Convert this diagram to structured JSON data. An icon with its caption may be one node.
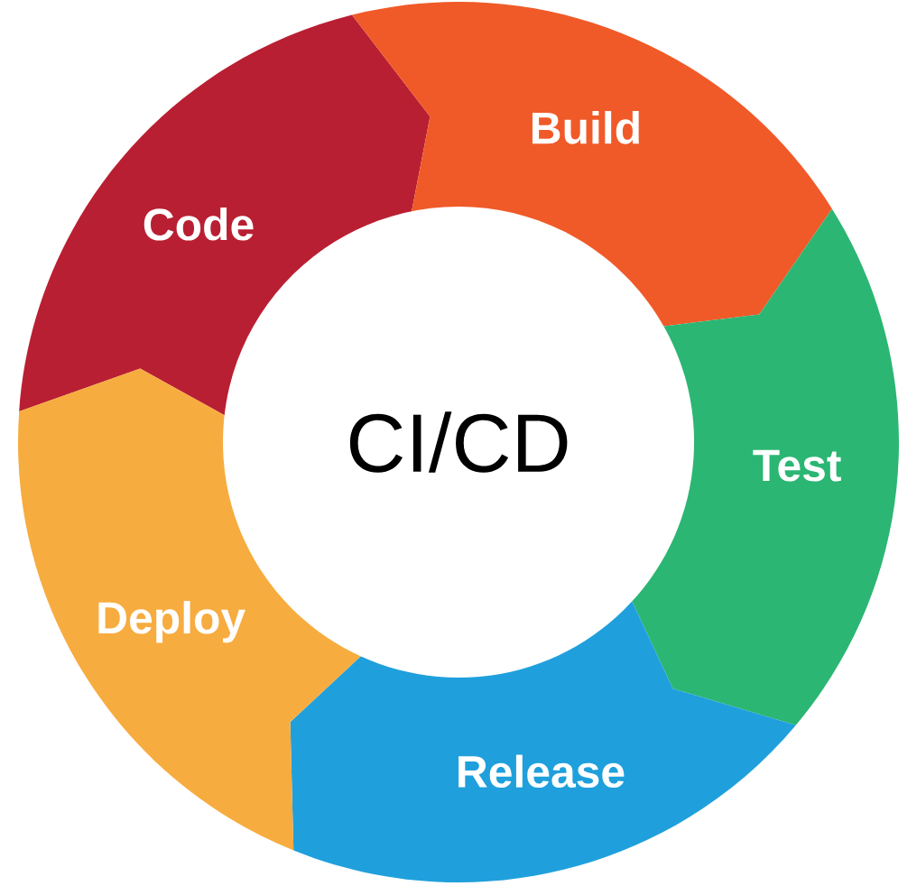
{
  "diagram": {
    "nodes": [
      {
        "text": [
          "CI/CD"
        ]
      },
      {
        "text": [
          "Code"
        ]
      },
      {
        "text": [
          "Build"
        ]
      },
      {
        "text": [
          "Test"
        ]
      },
      {
        "text": [
          "Release"
        ]
      },
      {
        "text": [
          "Deploy"
        ]
      }
    ]
  }
}
